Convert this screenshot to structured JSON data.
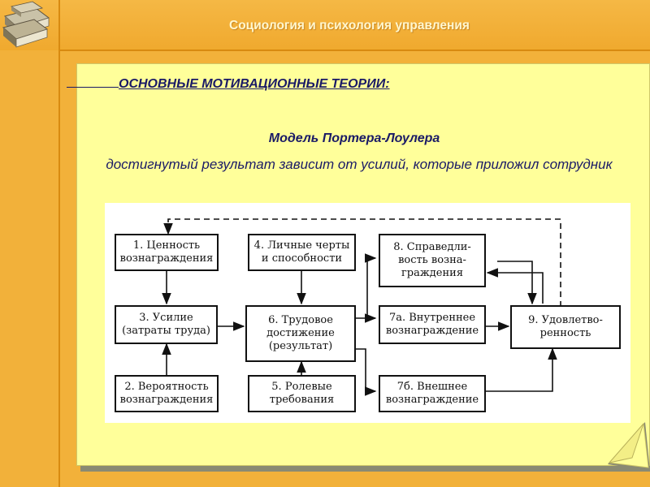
{
  "header": {
    "title": "Социология и психология управления"
  },
  "slide": {
    "heading": "ОСНОВНЫЕ МОТИВАЦИОННЫЕ ТЕОРИИ:",
    "model_title": "Модель Портера-Лоулера",
    "description": "достигнутый результат зависит от усилий, которые приложил сотрудник"
  },
  "diagram": {
    "boxes": {
      "b1": "1. Ценность\nвознаграждения",
      "b2": "2. Вероятность\nвознаграждения",
      "b3": "3. Усилие\n(затраты труда)",
      "b4": "4. Личные черты\nи способности",
      "b5": "5. Ролевые\nтребования",
      "b6": "6. Трудовое\nдостижение\n(результат)",
      "b7a": "7а. Внутреннее\nвознаграждение",
      "b7b": "7б. Внешнее\nвознаграждение",
      "b8": "8. Справедли-\nвость возна-\nграждения",
      "b9": "9. Удовлетво-\nренность"
    }
  },
  "colors": {
    "background": "#f2b13a",
    "paper": "#ffff9a",
    "text": "#1a1a66",
    "header_text": "#fff7cf"
  },
  "icons": {
    "logo": "books-icon"
  }
}
